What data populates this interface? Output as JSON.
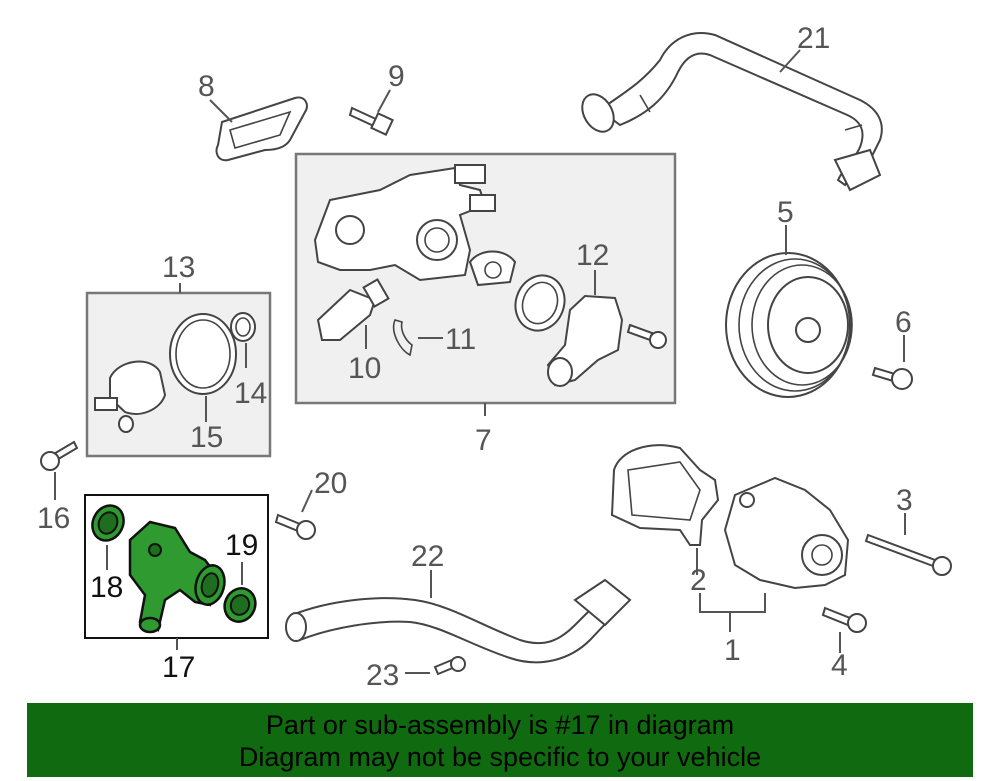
{
  "callouts": {
    "c1": "1",
    "c2": "2",
    "c3": "3",
    "c4": "4",
    "c5": "5",
    "c6": "6",
    "c7": "7",
    "c8": "8",
    "c9": "9",
    "c10": "10",
    "c11": "11",
    "c12": "12",
    "c13": "13",
    "c14": "14",
    "c15": "15",
    "c16": "16",
    "c17": "17",
    "c18": "18",
    "c19": "19",
    "c20": "20",
    "c21": "21",
    "c22": "22",
    "c23": "23"
  },
  "highlight": {
    "part_number": "17",
    "color": "#2f9a2f",
    "banner_color": "#106b10"
  },
  "banner": {
    "line1": "Part or sub-assembly is #17 in diagram",
    "line2": "Diagram may not be specific to your vehicle"
  }
}
